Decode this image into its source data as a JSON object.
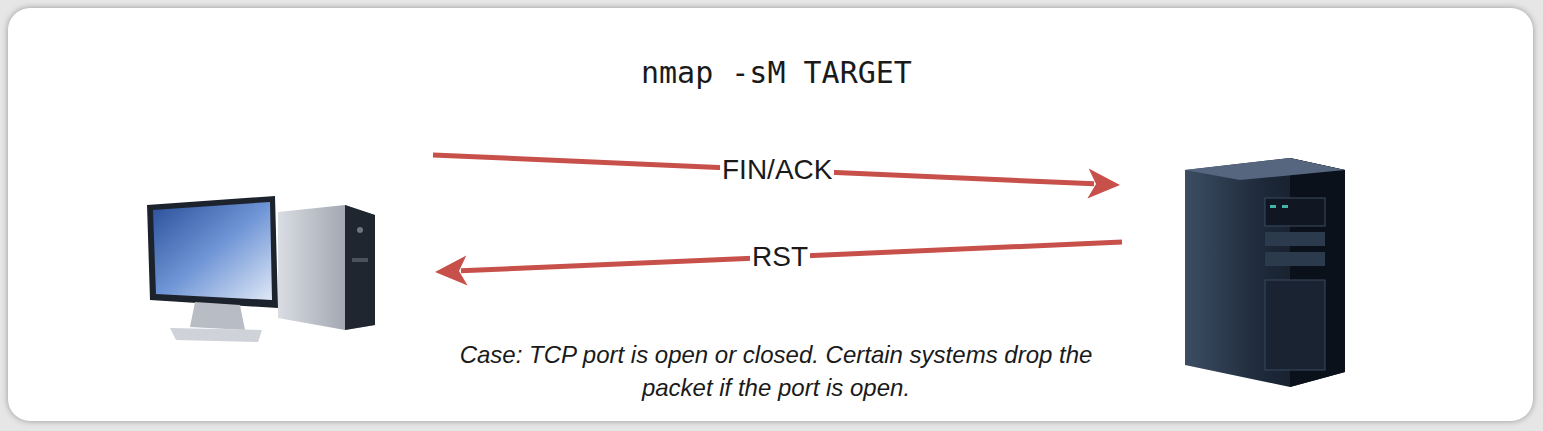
{
  "diagram": {
    "title": "nmap -sM TARGET",
    "caption": "Case: TCP port is open or closed. Certain systems drop the packet if the port is open.",
    "labels": [
      "FIN/ACK",
      "RST"
    ]
  }
}
